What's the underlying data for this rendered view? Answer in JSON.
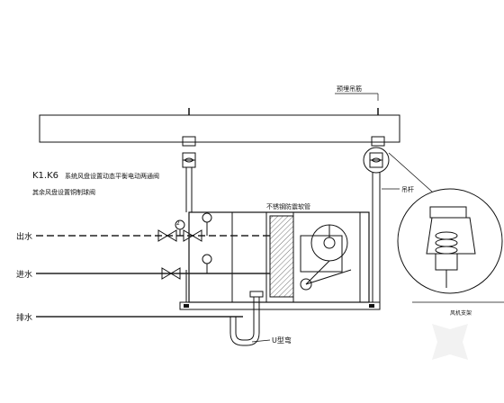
{
  "labels": {
    "ceiling_hanger": "预埋吊筋",
    "hanger_rod": "吊杆",
    "series_line1": "K1.K6 系统风盘设置动态平衡电动两通阀",
    "series_prefix": "K1.K6",
    "series_desc": "系统风盘设置动态平衡电动两通阀",
    "series_line2": "其余风盘设置铜制球阀",
    "drain_hose": "不锈钢防震软管",
    "supply_water": "出水",
    "return_water": "进水",
    "drain_water": "排水",
    "u_trap": "U型弯",
    "floor_side": "风机支架",
    "valve_number": "2"
  },
  "colors": {
    "line": "#111111",
    "pipe_dash": "#222222",
    "watermark": "#e6e6e6"
  },
  "icons": [
    "pipe-valve-icon",
    "pressure-gauge-icon",
    "fan-icon",
    "spring-isolator-icon",
    "watermark-logo"
  ]
}
